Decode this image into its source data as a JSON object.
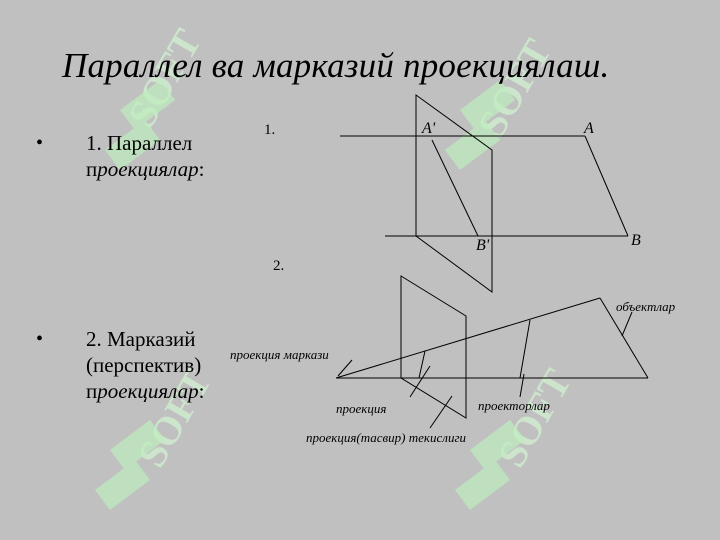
{
  "title": "Параллел ва марказий проекциялаш.",
  "bullets": [
    {
      "marker": "•",
      "num": "1.",
      "line1": "Параллел",
      "line2_prefix": "п",
      "line2_italic": "роекциялар",
      "line2_suffix": ":"
    },
    {
      "marker": "•",
      "num": "2.",
      "line1": "Марказий",
      "line2": "(перспектив)",
      "line3_prefix": "п",
      "line3_italic": "роекциялар",
      "line3_suffix": ":"
    }
  ],
  "diagram1": {
    "number": "1.",
    "label_A_prime": "A'",
    "label_A": "A",
    "label_B_prime": "B'",
    "label_B": "B"
  },
  "diagram2": {
    "number": "2.",
    "label_objects": "объектлар",
    "label_center": "проекция маркази",
    "label_projection": "проекция",
    "label_projectors": "проекторлар",
    "label_plane": "проекция(тасвир) текислиги"
  },
  "watermark": {
    "text": "SOFT",
    "color": "#c8f0c8"
  }
}
